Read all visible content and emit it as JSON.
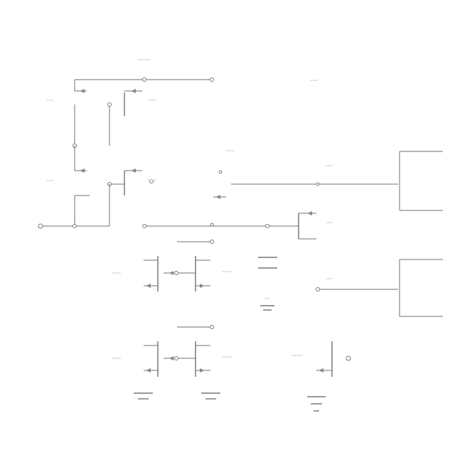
{
  "diagram": {
    "kind": "transistor-level schematic",
    "line_color": "#6f6f6f",
    "background": "#ffffff",
    "labels_legible": false,
    "components": {
      "pmos_pair_upper": 2,
      "nmos_pair_upper": 2,
      "current_mirror_pairs": 2,
      "output_transistor": 1,
      "single_lower_transistor": 1,
      "ground_symbols": 3,
      "output_brackets": 2,
      "capacitor": 1
    }
  }
}
